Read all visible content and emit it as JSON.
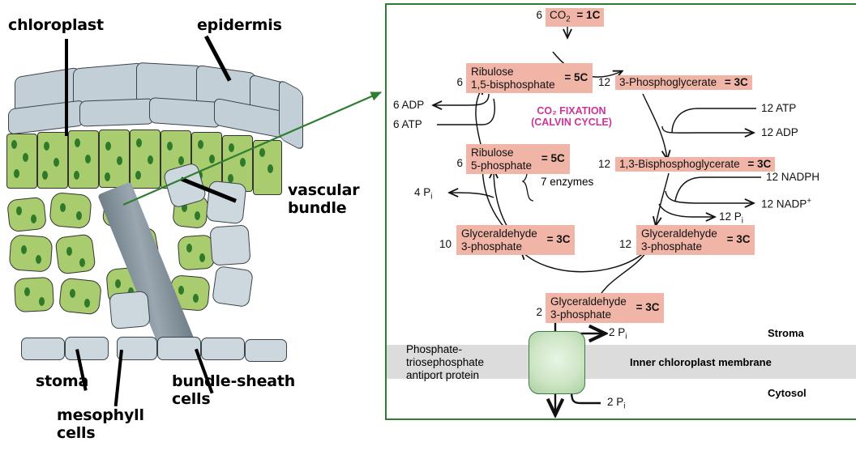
{
  "figure": {
    "left_panel": {
      "name": "leaf-cross-section",
      "labels": [
        {
          "id": "chloroplast",
          "text": "chloroplast"
        },
        {
          "id": "epidermis",
          "text": "epidermis"
        },
        {
          "id": "vascular-bundle",
          "text": "vascular\nbundle"
        },
        {
          "id": "stoma",
          "text": "stoma"
        },
        {
          "id": "mesophyll-cells",
          "text": "mesophyll\ncells"
        },
        {
          "id": "bundle-sheath-cells",
          "text": "bundle-sheath\ncells"
        }
      ]
    },
    "right_panel": {
      "name": "calvin-cycle-diagram",
      "title_line1": "CO₂ FIXATION",
      "title_line2": "(CALVIN CYCLE)",
      "border_color": "#2f7d32",
      "chip_color": "#f1b5a8",
      "title_color": "#cc3399",
      "metabolites": [
        {
          "id": "co2",
          "coef": "6",
          "name": "CO₂",
          "carbons": "= 1C"
        },
        {
          "id": "rubp",
          "coef": "6",
          "name": "Ribulose\n1,5-bisphosphate",
          "carbons": "= 5C"
        },
        {
          "id": "3pg",
          "coef": "12",
          "name": "3-Phosphoglycerate",
          "carbons": "= 3C"
        },
        {
          "id": "13bpg",
          "coef": "12",
          "name": "1,3-Bisphosphoglycerate",
          "carbons": "= 3C"
        },
        {
          "id": "ru5p",
          "coef": "6",
          "name": "Ribulose\n5-phosphate",
          "carbons": "= 5C"
        },
        {
          "id": "g3p-right",
          "coef": "12",
          "name": "Glyceraldehyde\n3-phosphate",
          "carbons": "= 3C"
        },
        {
          "id": "g3p-left",
          "coef": "10",
          "name": "Glyceraldehyde\n3-phosphate",
          "carbons": "= 3C"
        },
        {
          "id": "g3p-exit",
          "coef": "2",
          "name": "Glyceraldehyde\n3-phosphate",
          "carbons": "= 3C"
        }
      ],
      "cofactors": [
        {
          "id": "adp-out",
          "text": "6 ADP"
        },
        {
          "id": "atp-in",
          "text": "6 ATP"
        },
        {
          "id": "atp-in-2",
          "text": "12 ATP"
        },
        {
          "id": "adp-out-2",
          "text": "12 ADP"
        },
        {
          "id": "nadph-in",
          "text": "12 NADPH"
        },
        {
          "id": "nadp-out",
          "text": "12 NADP⁺"
        },
        {
          "id": "pi-out-12",
          "text": "12 Pᵢ"
        },
        {
          "id": "pi-out-4",
          "text": "4 Pᵢ"
        },
        {
          "id": "pi-stroma",
          "text": "2 Pᵢ"
        },
        {
          "id": "pi-cytosol",
          "text": "2 Pᵢ"
        }
      ],
      "annotations": [
        {
          "id": "enzymes",
          "text": "7 enzymes"
        },
        {
          "id": "antiport",
          "text": "Phosphate-\ntriosephosphate\nantiport protein"
        }
      ],
      "compartments": [
        {
          "id": "stroma",
          "text": "Stroma"
        },
        {
          "id": "membrane",
          "text": "Inner chloroplast membrane"
        },
        {
          "id": "cytosol",
          "text": "Cytosol"
        }
      ]
    }
  }
}
